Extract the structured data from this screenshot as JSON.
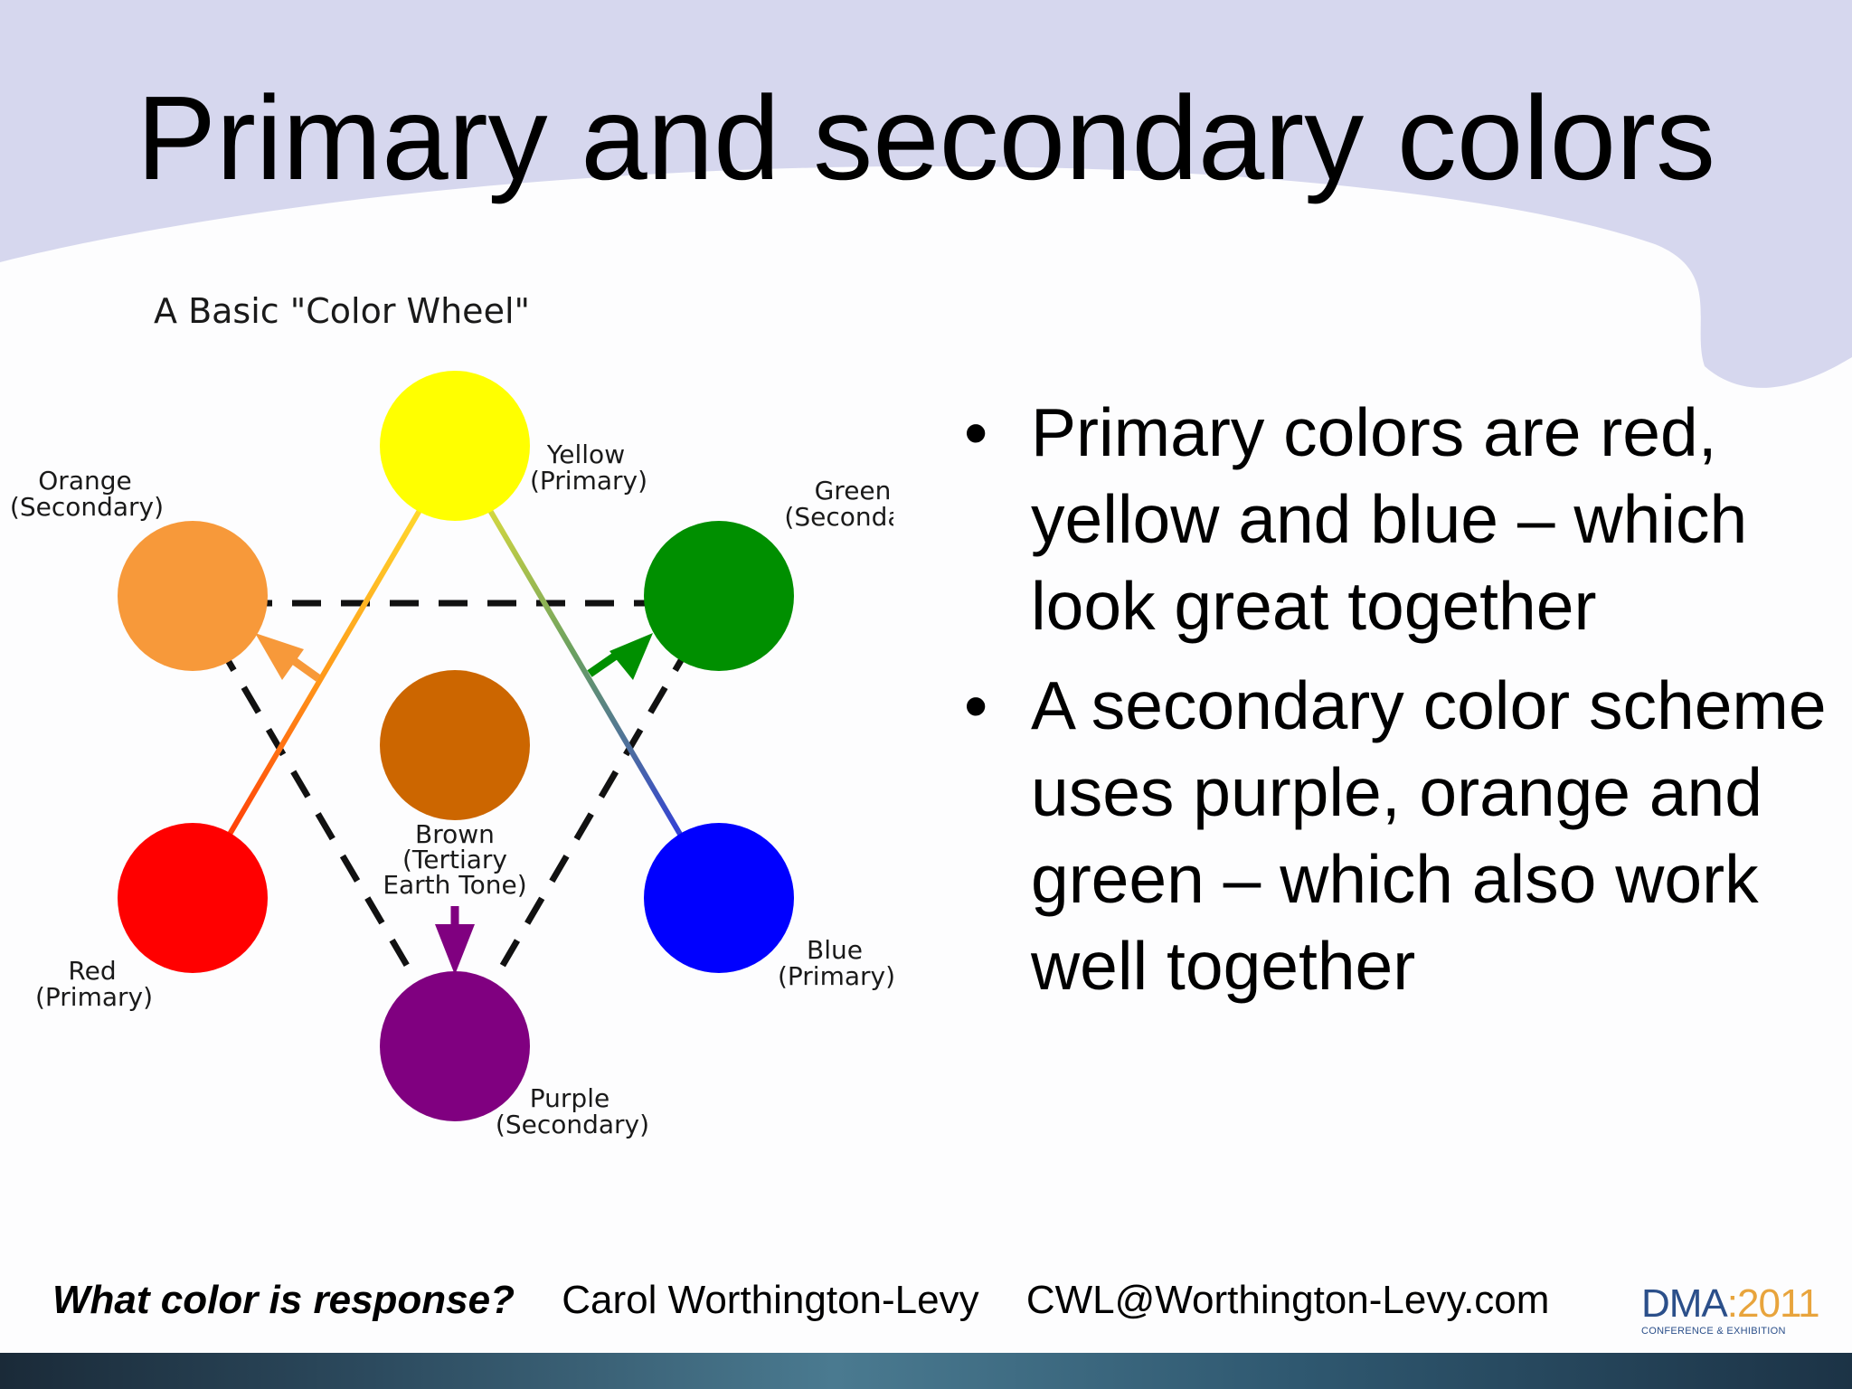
{
  "slide": {
    "title": "Primary and secondary colors",
    "background_color": "#d6d7ee"
  },
  "wheel": {
    "title": "A Basic \"Color Wheel\"",
    "nodes": [
      {
        "id": "yellow",
        "color": "#ffff00",
        "name": "Yellow",
        "role": "(Primary)"
      },
      {
        "id": "green",
        "color": "#008f00",
        "name": "Green",
        "role": "(Seconda"
      },
      {
        "id": "blue",
        "color": "#0000ff",
        "name": "Blue",
        "role": "(Primary)"
      },
      {
        "id": "purple",
        "color": "#800080",
        "name": "Purple",
        "role": "(Secondary)"
      },
      {
        "id": "red",
        "color": "#ff0000",
        "name": "Red",
        "role": "(Primary)"
      },
      {
        "id": "orange",
        "color": "#f7993a",
        "name": "Orange",
        "role": "(Secondary)"
      },
      {
        "id": "brown",
        "color": "#cc6600",
        "name": "Brown",
        "role": "(Tertiary",
        "role2": "Earth Tone)"
      }
    ]
  },
  "bullets": [
    {
      "marker": "•",
      "text": "Primary colors are red, yellow and blue – which look great together"
    },
    {
      "marker": "•",
      "text": "A secondary color scheme uses purple, orange and green – which also work well together"
    }
  ],
  "footer": {
    "tagline": "What color is response?",
    "author": "Carol Worthington-Levy",
    "email": "CWL@Worthington-Levy.com"
  },
  "logo": {
    "main": "DMA",
    "sep": ":",
    "year": "2011",
    "sub": "CONFERENCE & EXHIBITION"
  }
}
